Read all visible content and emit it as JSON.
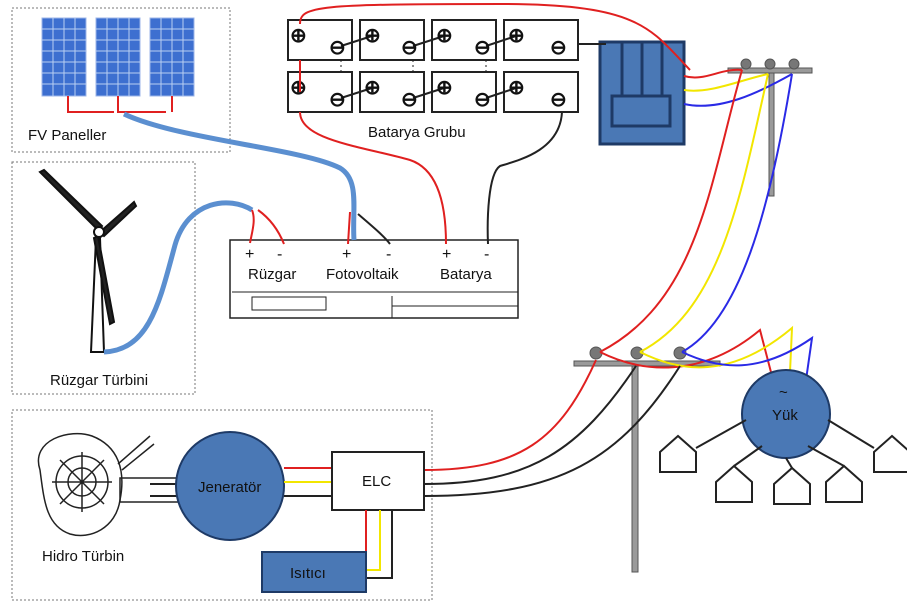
{
  "labels": {
    "pv_panels": "FV Paneller",
    "wind_turbine": "Rüzgar Türbini",
    "hydro_turbine": "Hidro Türbin",
    "battery_group": "Batarya Grubu",
    "generator": "Jeneratör",
    "elc": "ELC",
    "heater": "Isıtıcı",
    "load": "Yük",
    "load_symbol": "~"
  },
  "controller": {
    "inputs": [
      {
        "label": "Rüzgar",
        "pos": "+",
        "neg": "-"
      },
      {
        "label": "Fotovoltaik",
        "pos": "+",
        "neg": "-"
      },
      {
        "label": "Batarya",
        "pos": "+",
        "neg": "-"
      }
    ]
  },
  "battery_terminals": {
    "pos": "⊕",
    "neg": "⊖"
  },
  "colors": {
    "phase_red": "#e02020",
    "phase_yellow": "#f2e600",
    "phase_blue": "#2a2ae6",
    "cable_blue": "#5b8fd0",
    "neutral": "#222222",
    "device_fill": "#4a78b5",
    "device_stroke": "#1e3a66",
    "solar_cell": "#3d6fd0"
  }
}
